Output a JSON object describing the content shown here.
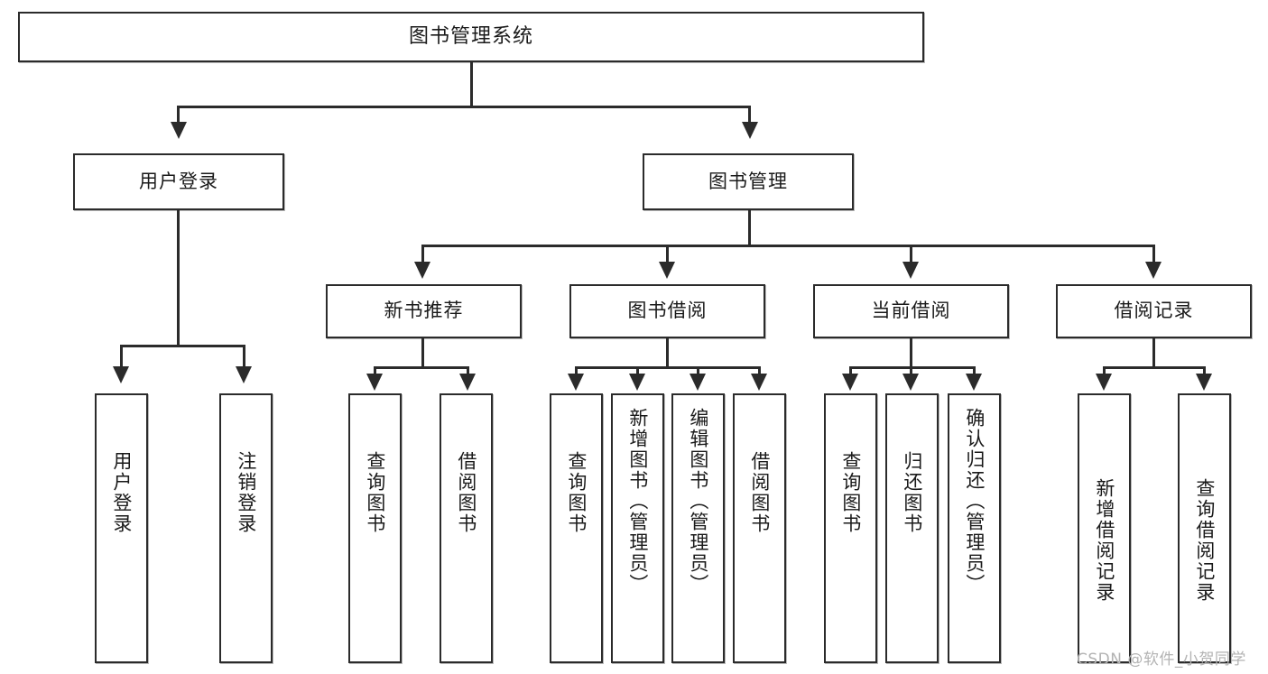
{
  "diagram": {
    "title": "图书管理系统",
    "type": "tree-hierarchy",
    "root": {
      "label": "图书管理系统"
    },
    "level1": [
      {
        "label": "用户登录"
      },
      {
        "label": "图书管理"
      }
    ],
    "level2": [
      {
        "label": "新书推荐"
      },
      {
        "label": "图书借阅"
      },
      {
        "label": "当前借阅"
      },
      {
        "label": "借阅记录"
      }
    ],
    "leaves": {
      "user_login": [
        {
          "label": "用户登录"
        },
        {
          "label": "注销登录"
        }
      ],
      "new_book_recommend": [
        {
          "label": "查询图书"
        },
        {
          "label": "借阅图书"
        }
      ],
      "book_borrow": [
        {
          "label": "查询图书"
        },
        {
          "label": "新增图书（管理员）"
        },
        {
          "label": "编辑图书（管理员）"
        },
        {
          "label": "借阅图书"
        }
      ],
      "current_borrow": [
        {
          "label": "查询图书"
        },
        {
          "label": "归还图书"
        },
        {
          "label": "确认归还（管理员）"
        }
      ],
      "borrow_record": [
        {
          "label": "新增借阅记录"
        },
        {
          "label": "查询借阅记录"
        }
      ]
    }
  },
  "watermark": {
    "text": "CSDN @软件_小贺同学"
  },
  "colors": {
    "stroke": "#2b2b2b",
    "fill": "#ffffff",
    "text": "#1a1a1a",
    "watermark": "#b3b3b3"
  }
}
